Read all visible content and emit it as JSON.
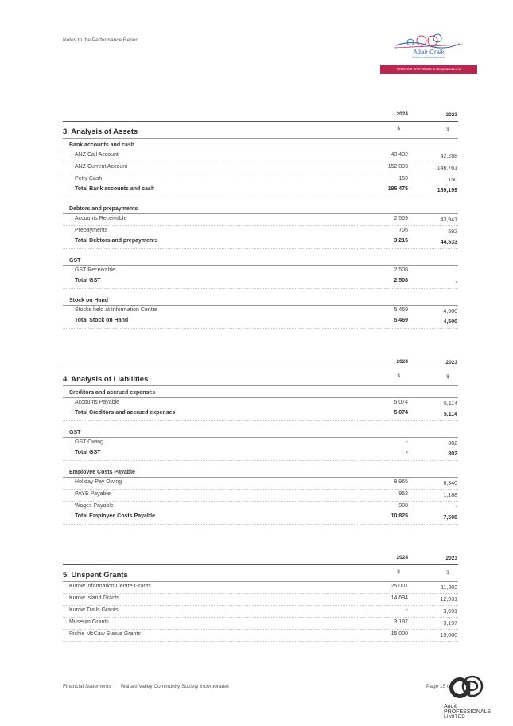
{
  "header": {
    "note": "Notes to the Performance Report",
    "logo": {
      "name": "Adair Craik",
      "subtitle": "Chartered Accountants Ltd",
      "contact": "P 03 437 1040 · M 027 283 4440 · E office@adaircraik.co.nz"
    }
  },
  "years": {
    "current": "2024",
    "prior": "2023",
    "currency": "$"
  },
  "sections": [
    {
      "title": "3. Analysis of Assets",
      "groups": [
        {
          "heading": "Bank accounts and cash",
          "rows": [
            {
              "label": "ANZ Call Account",
              "y2024": "43,432",
              "y2023": "42,288"
            },
            {
              "label": "ANZ Current Account",
              "y2024": "152,893",
              "y2023": "146,761"
            },
            {
              "label": "Petty Cash",
              "y2024": "150",
              "y2023": "150"
            }
          ],
          "total": {
            "label": "Total Bank accounts and cash",
            "y2024": "196,475",
            "y2023": "189,199"
          }
        },
        {
          "heading": "Debtors and prepayments",
          "rows": [
            {
              "label": "Accounts Receivable",
              "y2024": "2,509",
              "y2023": "43,941"
            },
            {
              "label": "Prepayments",
              "y2024": "706",
              "y2023": "592"
            }
          ],
          "total": {
            "label": "Total Debtors and prepayments",
            "y2024": "3,215",
            "y2023": "44,533"
          }
        },
        {
          "heading": "GST",
          "rows": [
            {
              "label": "GST Receivable",
              "y2024": "2,508",
              "y2023": "-"
            }
          ],
          "total": {
            "label": "Total GST",
            "y2024": "2,508",
            "y2023": "-"
          }
        },
        {
          "heading": "Stock on Hand",
          "rows": [
            {
              "label": "Stocks held at Information Centre",
              "y2024": "5,469",
              "y2023": "4,500"
            }
          ],
          "total": {
            "label": "Total Stock on Hand",
            "y2024": "5,469",
            "y2023": "4,500"
          }
        }
      ]
    },
    {
      "title": "4. Analysis of Liabilities",
      "groups": [
        {
          "heading": "Creditors and accrued expenses",
          "rows": [
            {
              "label": "Accounts Payable",
              "y2024": "5,074",
              "y2023": "5,114"
            }
          ],
          "total": {
            "label": "Total Creditors and accrued expenses",
            "y2024": "5,074",
            "y2023": "5,114"
          }
        },
        {
          "heading": "GST",
          "rows": [
            {
              "label": "GST Owing",
              "y2024": "-",
              "y2023": "802"
            }
          ],
          "total": {
            "label": "Total GST",
            "y2024": "-",
            "y2023": "802"
          }
        },
        {
          "heading": "Employee Costs Payable",
          "rows": [
            {
              "label": "Holiday Pay Owing",
              "y2024": "8,965",
              "y2023": "6,340"
            },
            {
              "label": "PAYE Payable",
              "y2024": "952",
              "y2023": "1,168"
            },
            {
              "label": "Wages Payable",
              "y2024": "908",
              "y2023": "-"
            }
          ],
          "total": {
            "label": "Total Employee Costs Payable",
            "y2024": "10,825",
            "y2023": "7,508"
          }
        }
      ]
    },
    {
      "title": "5. Unspent Grants",
      "groups": [
        {
          "heading": "",
          "rows": [
            {
              "label": "Kurow Information Centre Grants",
              "y2024": "25,001",
              "y2023": "11,303"
            },
            {
              "label": "Kurow Island Grants",
              "y2024": "14,694",
              "y2023": "12,931"
            },
            {
              "label": "Kurow Trails Grants",
              "y2024": "-",
              "y2023": "3,691"
            },
            {
              "label": "Museum Grants",
              "y2024": "3,197",
              "y2023": "3,197"
            },
            {
              "label": "Richie McCaw Statue Grants",
              "y2024": "15,000",
              "y2023": "15,000"
            }
          ]
        }
      ]
    }
  ],
  "footer": {
    "left": "Financial Statements",
    "org": "Waitaki Valley Community Society Incorporated",
    "page": "Page 15 of 18",
    "auditor_line1": "Audit",
    "auditor_line2": "PROFESSIONALS",
    "auditor_line3": "LIMITED"
  }
}
